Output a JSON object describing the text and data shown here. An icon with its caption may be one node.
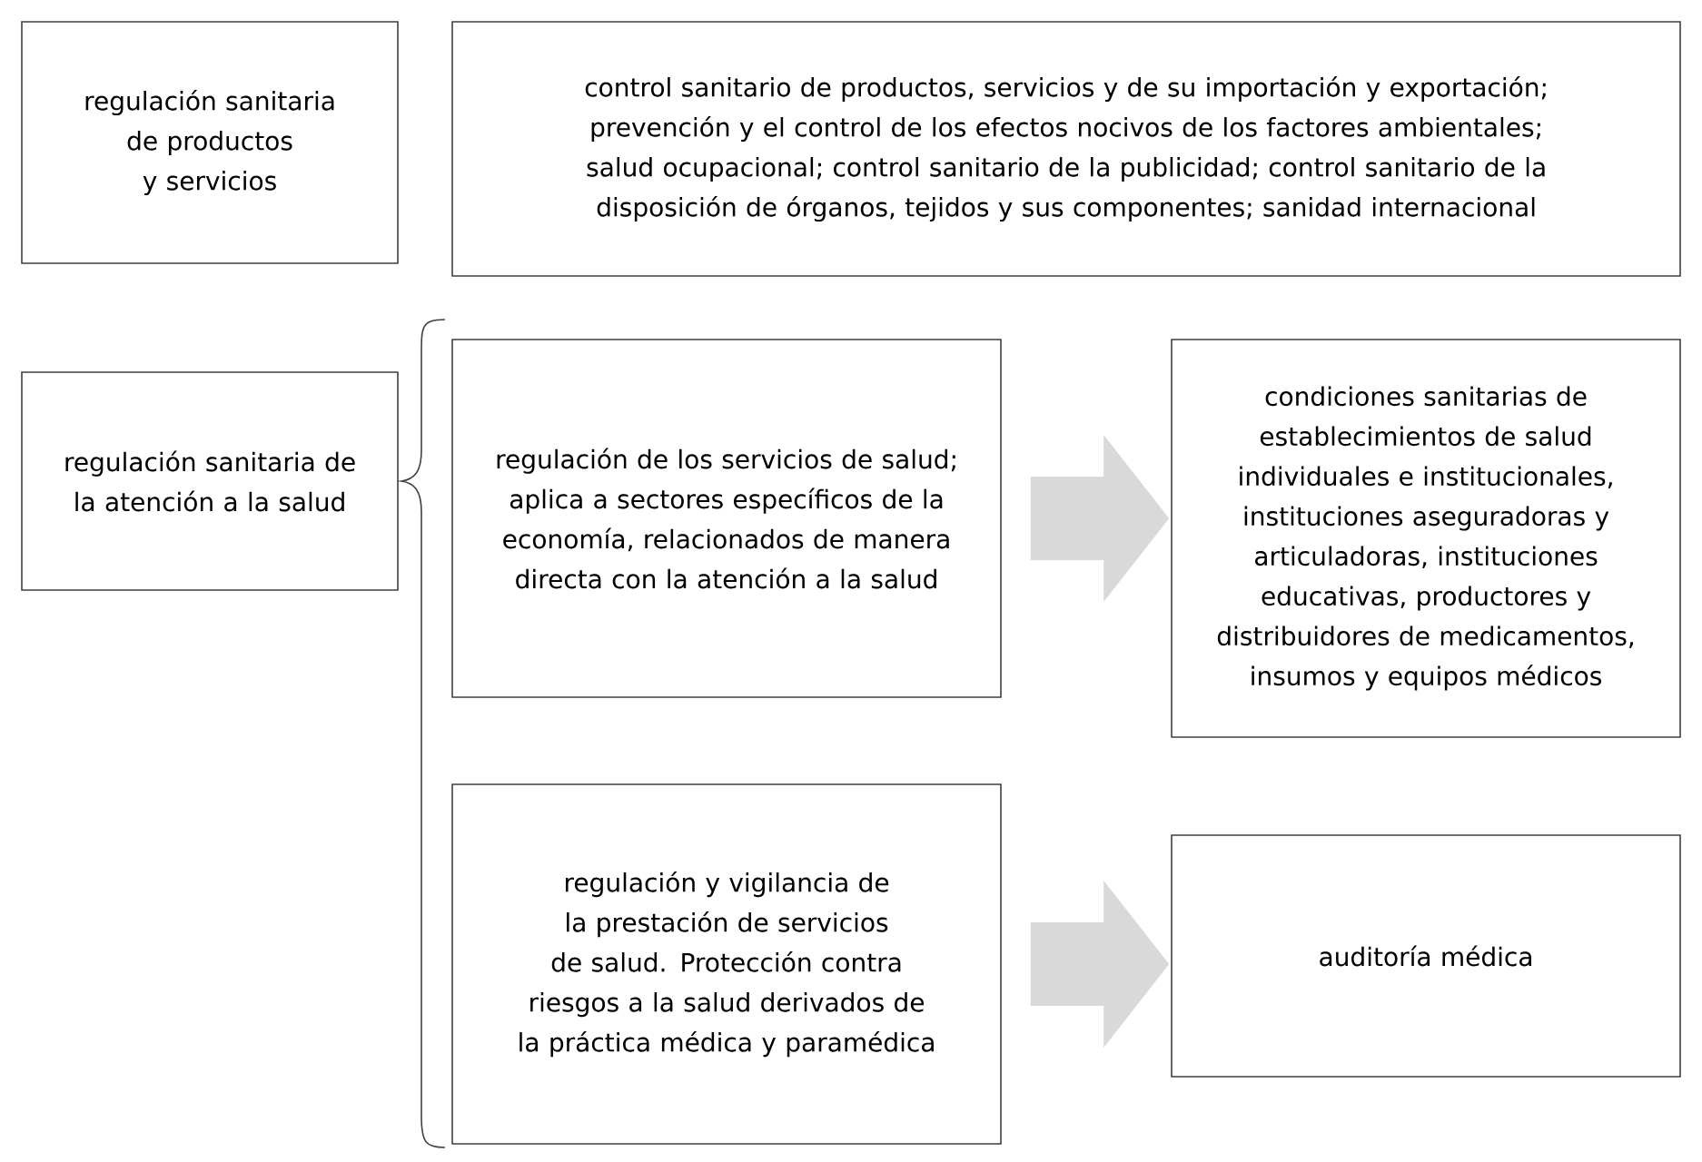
{
  "diagram": {
    "nodes": [
      {
        "text": [
          "regulación sanitaria de productos y servicios"
        ]
      },
      {
        "text": [
          "control sanitario de productos, servicios y de su importación y exportación; prevención y el control de los efectos nocivos de los factores ambientales; salud ocupacional; control sanitario de la publicidad; control sanitario de la disposición de órganos, tejidos y sus componentes; sanidad internacional"
        ]
      },
      {
        "text": [
          "regulación sanitaria de la atención a la salud"
        ]
      },
      {
        "text": [
          "regulación de los servicios de salud; aplica a sectores específicos de la economía, relacionados de manera directa con la atención a la salud"
        ]
      },
      {
        "text": [
          "condiciones sanitarias de establecimientos de salud individuales e institucionales, instituciones aseguradoras y articuladoras, instituciones educativas, productores y distribuidores de medicamentos, insumos y equipos médicos"
        ]
      },
      {
        "text": [
          "regulación y vigilancia de la prestación de servicios de salud. Protección contra riesgos a la salud derivados de la práctica médica y paramédica"
        ]
      },
      {
        "text": [
          "auditoría médica"
        ]
      }
    ],
    "edges": [
      {
        "from": 3,
        "to": 4,
        "arrow": "to"
      },
      {
        "from": 5,
        "to": 6,
        "arrow": "to"
      }
    ]
  }
}
